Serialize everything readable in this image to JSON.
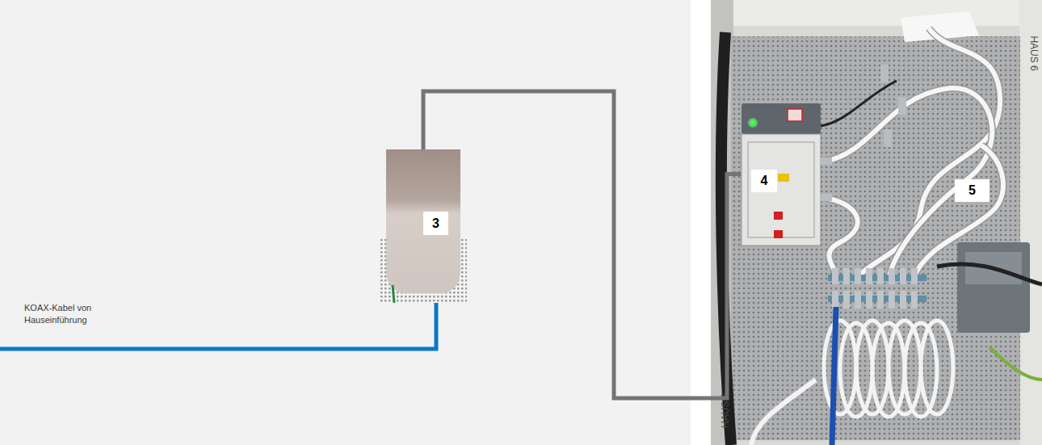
{
  "diagram": {
    "nodes": [
      {
        "text": [
          "3"
        ]
      },
      {
        "text": [
          "4"
        ]
      },
      {
        "text": [
          "5"
        ]
      }
    ],
    "edges": [
      {
        "from": 0,
        "to": 1,
        "arrow": "none"
      }
    ],
    "labels": [
      "KOAX-Kabel von Hauseinführung",
      "HAUS 6",
      "HAUS 6"
    ]
  }
}
